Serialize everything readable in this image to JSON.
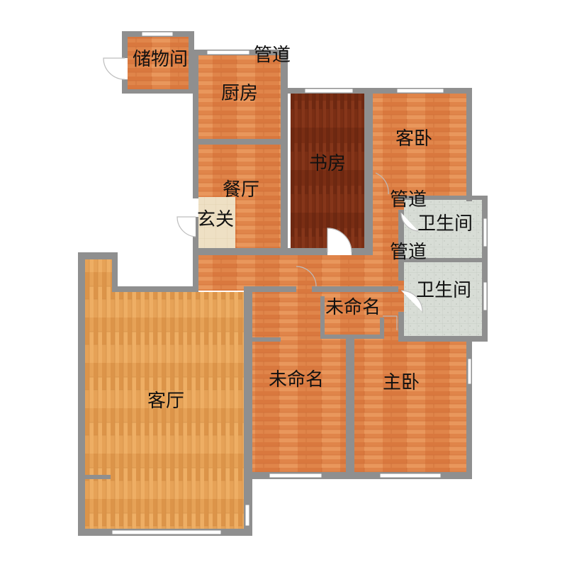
{
  "floorplan": {
    "rooms": {
      "storage": "储物间",
      "kitchen": "厨房",
      "study": "书房",
      "guest_bedroom": "客卧",
      "dining": "餐厅",
      "entrance": "玄关",
      "bathroom_1": "卫生间",
      "bathroom_2": "卫生间",
      "unnamed_small": "未命名",
      "unnamed_room": "未命名",
      "master_bedroom": "主卧",
      "living_room": "客厅"
    },
    "utility": {
      "pipe_top": "管道",
      "pipe_mid": "管道",
      "pipe_lower": "管道"
    }
  },
  "colors": {
    "wall": "#8f8f8f",
    "wood_orange": "#e0854a",
    "wood_study": "#7a2e14",
    "wood_living": "#e6a257",
    "tile_bath": "#d8ddd6",
    "tile_entry": "#eee0c4"
  }
}
